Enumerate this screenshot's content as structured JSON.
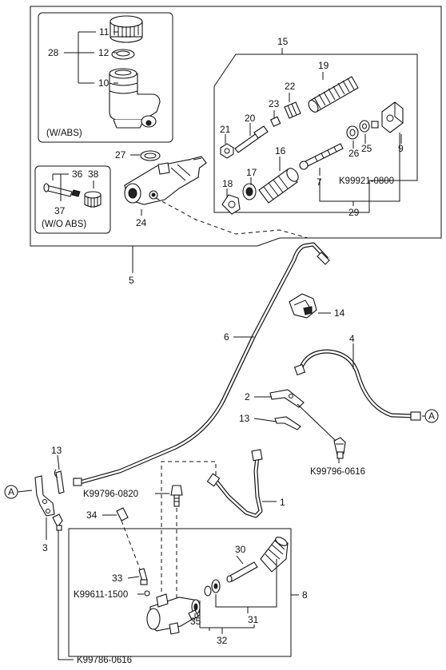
{
  "callouts": {
    "p11": "11",
    "p28": "28",
    "p12": "12",
    "p10": "10",
    "p15": "15",
    "p19": "19",
    "p22": "22",
    "p23": "23",
    "p20": "20",
    "p21": "21",
    "p16": "16",
    "p17": "17",
    "p18": "18",
    "p7": "7",
    "p26": "26",
    "p25": "25",
    "p9": "9",
    "p29": "29",
    "p27": "27",
    "p36": "36",
    "p38": "38",
    "p37": "37",
    "p24": "24",
    "p5": "5",
    "p6": "6",
    "p14": "14",
    "p4": "4",
    "p2": "2",
    "p13a": "13",
    "p13b": "13",
    "p3": "3",
    "p1": "1",
    "p34": "34",
    "p30": "30",
    "p8": "8",
    "p33": "33",
    "p35": "35",
    "p31": "31",
    "p32": "32"
  },
  "notes": {
    "with_abs": "(W/ABS)",
    "without_abs": "(W/O ABS)"
  },
  "codes": {
    "k99921": "K99921-0800",
    "k99796_0616": "K99796-0616",
    "k99796_0820": "K99796-0820",
    "k99611": "K99611-1500",
    "k99786": "K99786-0616"
  },
  "refs": {
    "a_left": "A",
    "a_right": "A"
  }
}
